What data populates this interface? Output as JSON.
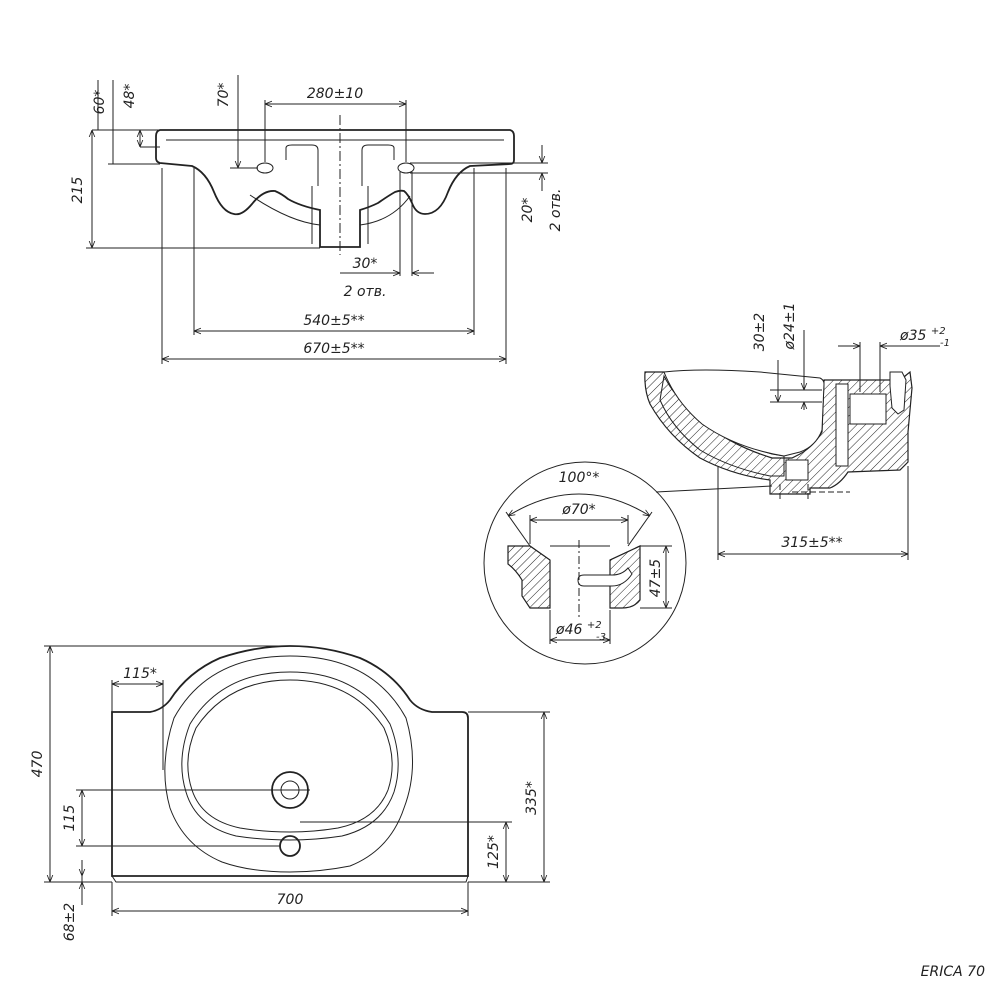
{
  "model_name": "ERICA 70",
  "front_view": {
    "dims": {
      "h_60": "60*",
      "h_48": "48*",
      "h_70": "70*",
      "w_280": "280±10",
      "h_215": "215",
      "h_20": "20*",
      "holes_right": "2 отв.",
      "w_30": "30*",
      "holes_bottom": "2 отв.",
      "w_540": "540±5**",
      "w_670": "670±5**"
    }
  },
  "side_section": {
    "dims": {
      "h_30": "30±2",
      "d_24": "ø24±1",
      "d_35": "ø35",
      "d_35_tol_up": "+2",
      "d_35_tol_low": "-1",
      "w_315": "315±5**"
    }
  },
  "detail_view": {
    "dims": {
      "angle": "100°*",
      "d_70": "ø70*",
      "h_47": "47±5",
      "d_46": "ø46",
      "d_46_tol_up": "+2",
      "d_46_tol_low": "-3"
    }
  },
  "top_view": {
    "dims": {
      "w_115": "115*",
      "h_470": "470",
      "h_335": "335*",
      "h_115": "115",
      "h_125": "125*",
      "w_700": "700",
      "h_68": "68±2"
    }
  }
}
